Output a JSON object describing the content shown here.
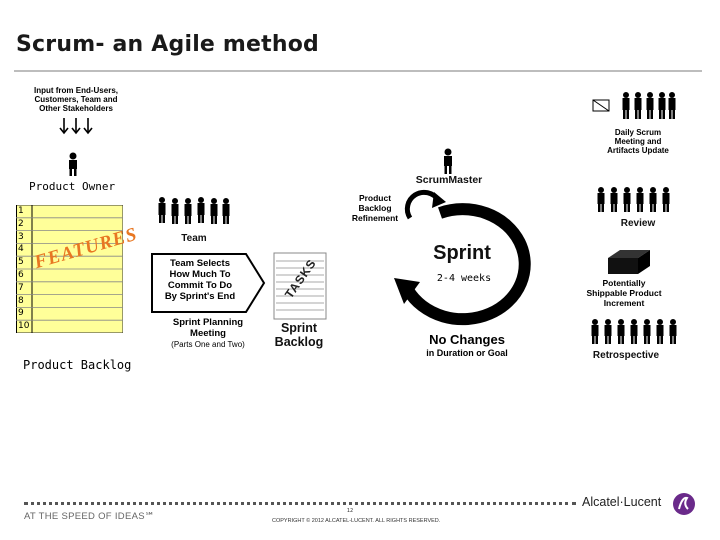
{
  "slide": {
    "title": "Scrum- an Agile method"
  },
  "input_box": {
    "text_lines": [
      "Input from End-Users,",
      "Customers, Team and",
      "Other Stakeholders"
    ]
  },
  "product_owner": {
    "label": "Product Owner"
  },
  "backlog": {
    "rows": [
      "1",
      "2",
      "3",
      "4",
      "5",
      "6",
      "7",
      "8",
      "9",
      "10"
    ],
    "watermark": "FEATURES",
    "label": "Product Backlog"
  },
  "team": {
    "label": "Team"
  },
  "team_selects": {
    "lines": [
      "Team Selects",
      "How Much To",
      "Commit To Do",
      "By Sprint's End"
    ]
  },
  "sprint_planning": {
    "lines": [
      "Sprint Planning",
      "Meeting"
    ],
    "sub": "(Parts One and Two)"
  },
  "sprint_backlog": {
    "tasks": "TASKS",
    "lines": [
      "Sprint",
      "Backlog"
    ]
  },
  "scrum_master": {
    "label": "ScrumMaster"
  },
  "refinement": {
    "lines": [
      "Product",
      "Backlog",
      "Refinement"
    ]
  },
  "sprint": {
    "label": "Sprint",
    "duration": "2-4 weeks"
  },
  "no_changes": {
    "label": "No Changes",
    "sub": "in Duration or Goal"
  },
  "daily_scrum": {
    "lines": [
      "Daily Scrum",
      "Meeting and",
      "Artifacts Update"
    ]
  },
  "review": {
    "label": "Review"
  },
  "increment": {
    "lines": [
      "Potentially",
      "Shippable Product",
      "Increment"
    ]
  },
  "retrospective": {
    "label": "Retrospective"
  },
  "footer": {
    "tagline": "AT THE SPEED OF IDEAS℠",
    "page": "12",
    "copyright": "COPYRIGHT © 2012 ALCATEL-LUCENT.  ALL RIGHTS RESERVED.",
    "brand": "Alcatel·Lucent"
  },
  "colors": {
    "backlog_fill": "#ffff99",
    "watermark": "#e87722",
    "brand_purple": "#6a2a8a"
  }
}
